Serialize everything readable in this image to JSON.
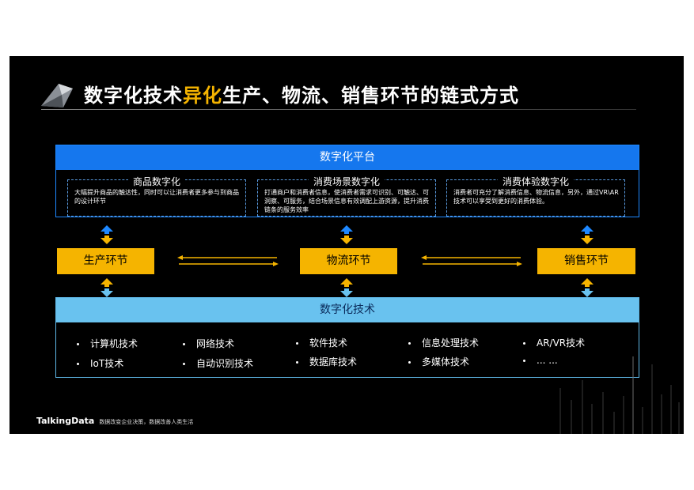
{
  "title": {
    "prefix": "数字化技术",
    "highlight": "异化",
    "suffix": "生产、物流、销售环节的链式方式"
  },
  "platform": {
    "header": "数字化平台",
    "subboxes": [
      {
        "title": "商品数字化",
        "desc": "大幅提升商品的触达性，同时可以让消费者更多参与到商品的设计环节"
      },
      {
        "title": "消费场景数字化",
        "desc": "打通商户和消费者信息，使消费者需求可识别、可触达、可洞察、可服务，结合场景信息有效调配上游资源，提升消费链条的服务效率"
      },
      {
        "title": "消费体验数字化",
        "desc": "消费者可充分了解消费信息、物流信息，另外，通过VR\\AR技术可以享受到更好的消费体验。"
      }
    ]
  },
  "stages": [
    "生产环节",
    "物流环节",
    "销售环节"
  ],
  "technology": {
    "header": "数字化技术",
    "items": [
      "计算机技术",
      "网络技术",
      "软件技术",
      "信息处理技术",
      "AR/VR技术",
      "IoT技术",
      "自动识别技术",
      "数据库技术",
      "多媒体技术",
      "... ..."
    ]
  },
  "footer": {
    "brand": "TalkingData",
    "slogan": "数据改变企业决策，数据改善人类生活"
  },
  "colors": {
    "accent_yellow": "#f5b400",
    "platform_blue": "#1577ee",
    "tech_blue": "#69c2ef",
    "background": "#000000"
  }
}
